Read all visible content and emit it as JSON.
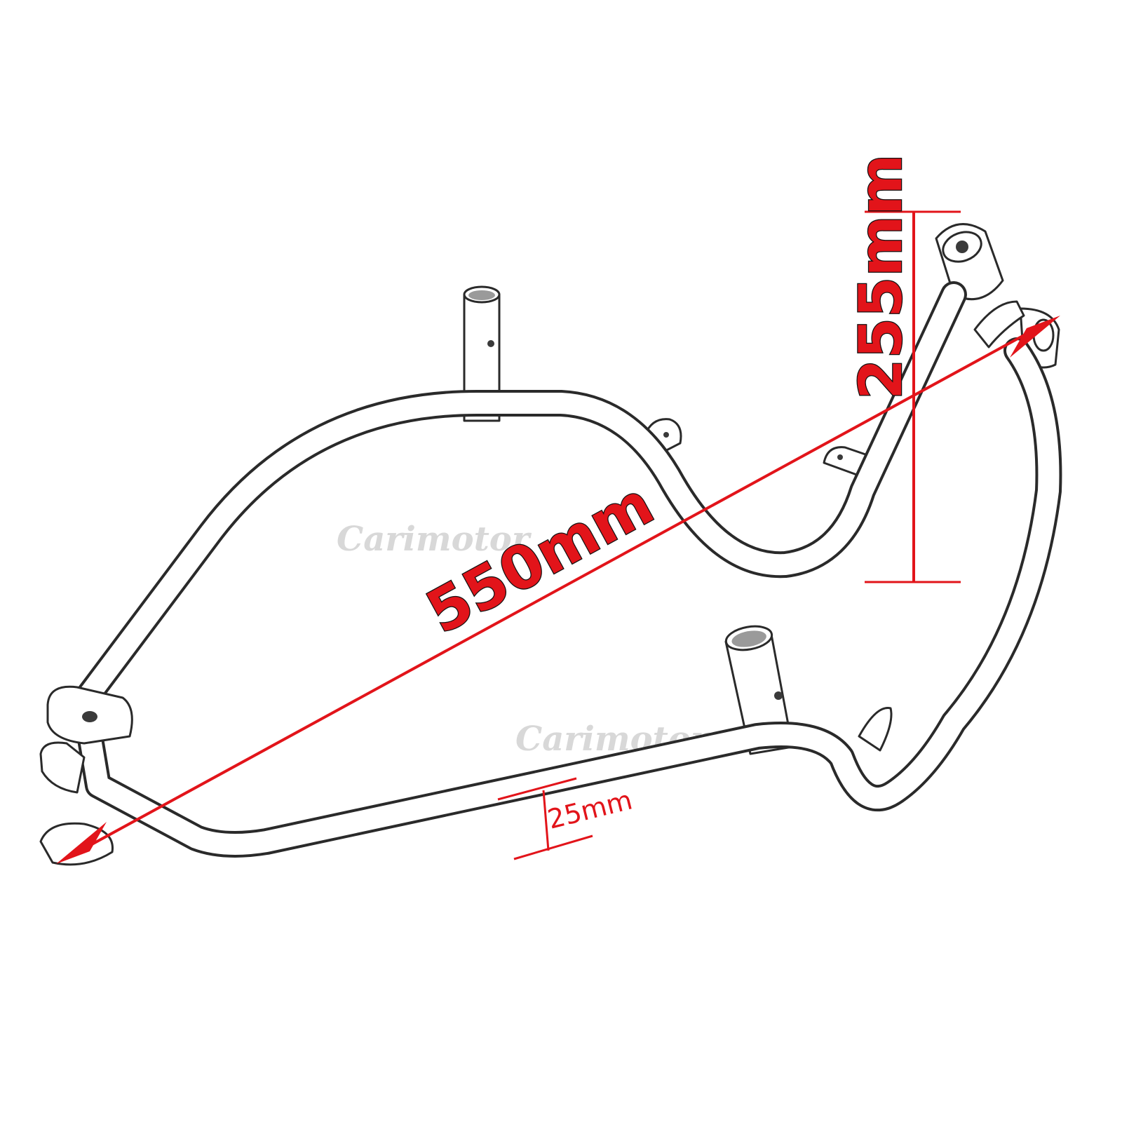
{
  "dimensions": {
    "length": "550mm",
    "height": "255mm",
    "tube_diameter": "25mm"
  },
  "watermark": {
    "upper": "Carimotor",
    "lower": "Carimotor"
  },
  "colors": {
    "dimension": "#e2141a",
    "outline": "#2a2a2a",
    "watermark": "#d8d8d8"
  }
}
